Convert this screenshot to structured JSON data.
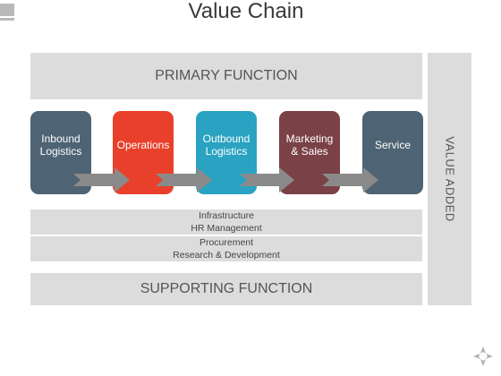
{
  "title": "Value Chain",
  "primary_function": "PRIMARY FUNCTION",
  "supporting_function": "SUPPORTING FUNCTION",
  "value_added": "VALUE ADDED",
  "activities": [
    {
      "label": "Inbound\nLogistics",
      "color": "#4e6474"
    },
    {
      "label": "Operations",
      "color": "#e8402b"
    },
    {
      "label": "Outbound\nLogistics",
      "color": "#2aa3c2"
    },
    {
      "label": "Marketing\n& Sales",
      "color": "#7a4146"
    },
    {
      "label": "Service",
      "color": "#4e6474"
    }
  ],
  "support_activities": [
    [
      "Infrastructure",
      "HR Management"
    ],
    [
      "Procurement",
      "Research & Development"
    ]
  ],
  "colors": {
    "band": "#dcdcdc",
    "arrow": "#8a8a8a"
  },
  "icons": [
    "corner-mark-icon",
    "compass-logo-icon"
  ]
}
